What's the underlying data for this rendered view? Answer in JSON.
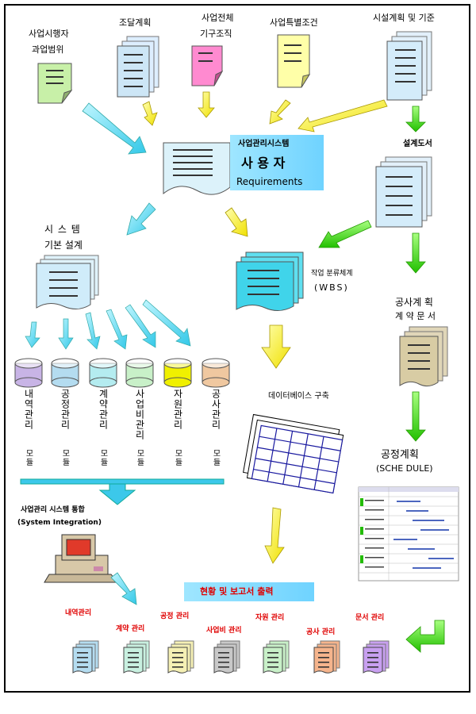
{
  "inputs": {
    "scope": [
      "사업시행자",
      "과업범위"
    ],
    "procurement": "조달계획",
    "org": [
      "사업전체",
      "기구조직"
    ],
    "special": "사업특별조건",
    "design_standard": "시설계획 및 기준"
  },
  "requirements": {
    "line1": "사업관리시스템",
    "line2": "사 용 자",
    "line3": "Requirements"
  },
  "design_drawing": "설계도서",
  "system_design": [
    "시 스 템",
    "기본 설계"
  ],
  "wbs": [
    "작업 분류체계",
    "(WBS)"
  ],
  "contract_docs": [
    "공사계 획",
    "계 약 문 서"
  ],
  "modules": [
    {
      "label": "내역관리",
      "suffix": "모듈",
      "color": "#c8b4e6"
    },
    {
      "label": "공정관리",
      "suffix": "모듈",
      "color": "#b4dcf0"
    },
    {
      "label": "계약관리",
      "suffix": "모듈",
      "color": "#b4ecf0"
    },
    {
      "label": "사업비관리",
      "suffix": "모듈",
      "color": "#c8f0c8"
    },
    {
      "label": "자원관리",
      "suffix": "모듈",
      "color": "#f0f000"
    },
    {
      "label": "공사관리",
      "suffix": "모듈",
      "color": "#f0c8a0"
    }
  ],
  "database": "데이터베이스 구축",
  "schedule": [
    "공정계획",
    "(SCHE DULE)"
  ],
  "integration": [
    "사업관리 시스템 통합",
    "(System Integration)"
  ],
  "report": "현황 및 보고서 출력",
  "outputs": [
    {
      "label": "내역관리",
      "color": "#b4dcf0"
    },
    {
      "label": "계약 관리",
      "color": "#c8f0e0"
    },
    {
      "label": "공정 관리",
      "color": "#f5f0b4"
    },
    {
      "label": "사업비 관리",
      "color": "#c8c8c8"
    },
    {
      "label": "자원 관리",
      "color": "#c8f0c8"
    },
    {
      "label": "공사 관리",
      "color": "#f5b48c"
    },
    {
      "label": "문서 관리",
      "color": "#c8a0f0"
    }
  ]
}
